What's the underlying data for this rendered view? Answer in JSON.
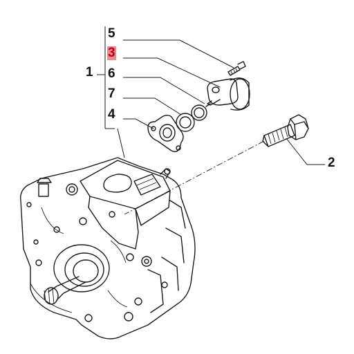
{
  "diagram": {
    "callouts": [
      {
        "id": "part-5",
        "label": "5",
        "highlighted": false
      },
      {
        "id": "part-3",
        "label": "3",
        "highlighted": true
      },
      {
        "id": "part-1",
        "label": "1",
        "highlighted": false
      },
      {
        "id": "part-6",
        "label": "6",
        "highlighted": false
      },
      {
        "id": "part-7",
        "label": "7",
        "highlighted": false
      },
      {
        "id": "part-4",
        "label": "4",
        "highlighted": false
      },
      {
        "id": "part-2",
        "label": "2",
        "highlighted": false
      }
    ],
    "colors": {
      "line": "#1a1a1a",
      "highlight_fill": "#f08a8a",
      "highlight_text": "#b8001e",
      "background": "#ffffff"
    }
  }
}
